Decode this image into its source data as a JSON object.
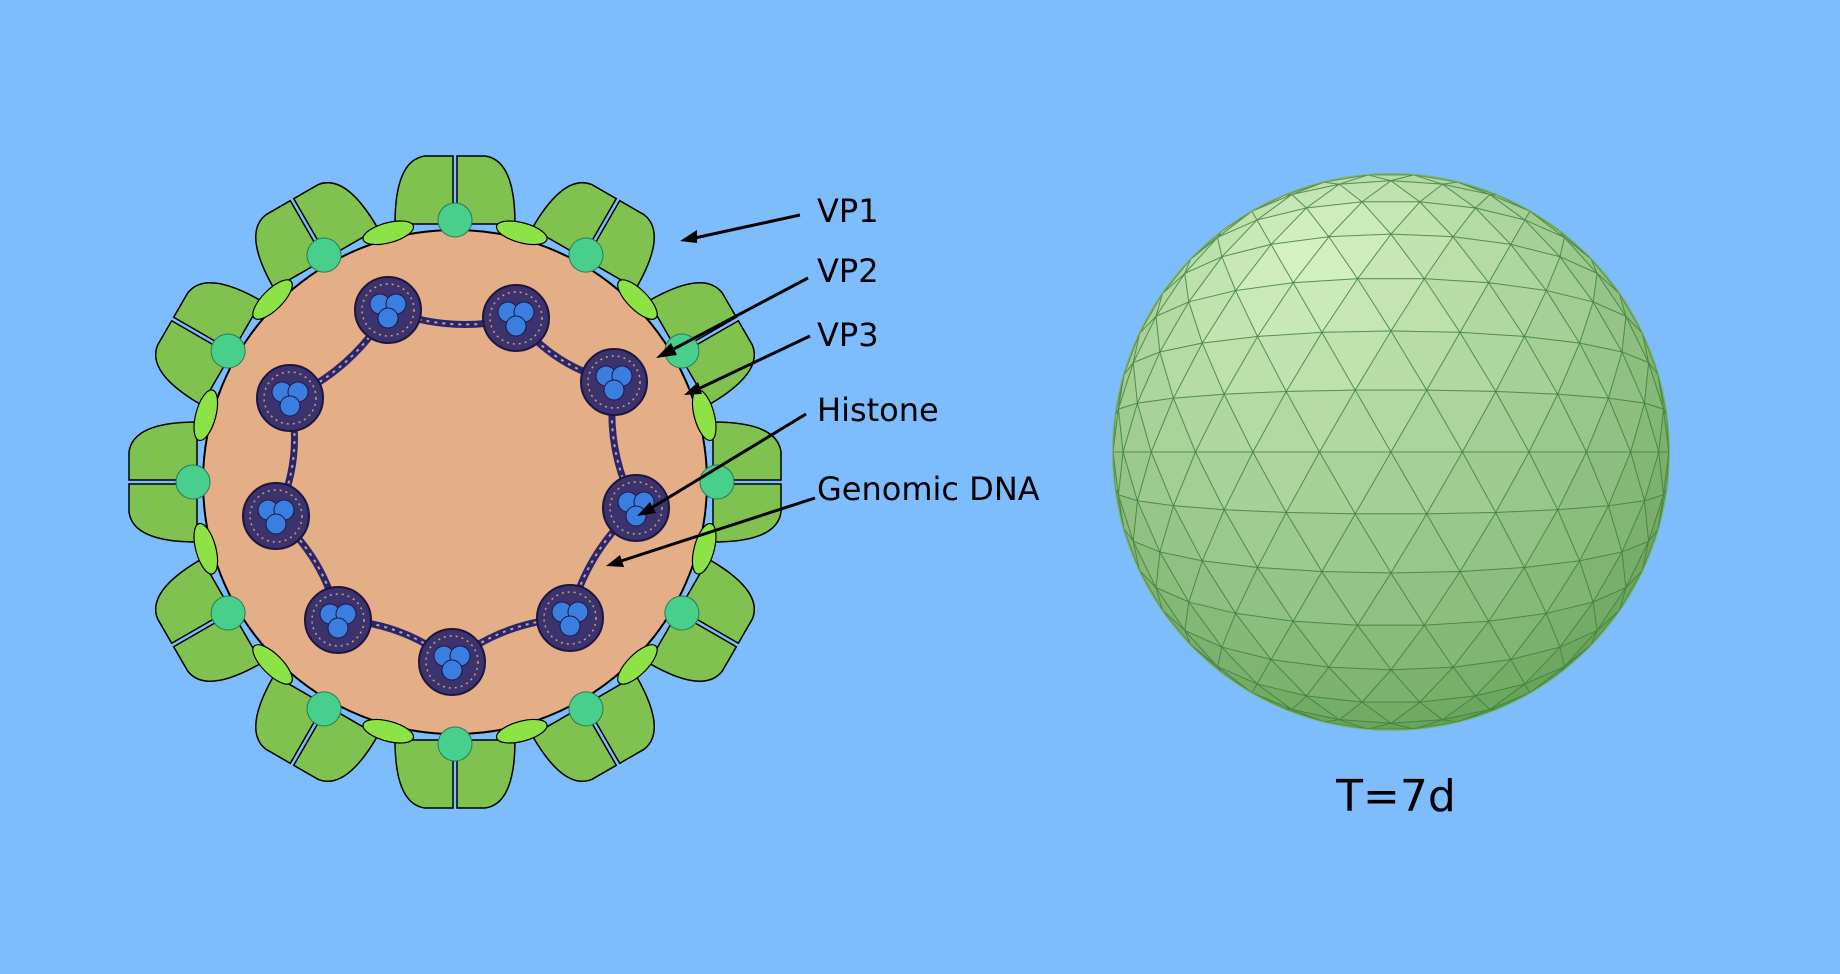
{
  "labels": {
    "vp1": "VP1",
    "vp2": "VP2",
    "vp3": "VP3",
    "histone": "Histone",
    "genomic_dna": "Genomic DNA"
  },
  "caption": "T=7d",
  "colors": {
    "background": "#7dbcfd",
    "vp1": "#7fc24f",
    "vp2": "#8de345",
    "vp3": "#48cf8b",
    "interior": "#e4ae86",
    "dna": "#2a2570",
    "histone": "#3a7fe0",
    "capsid_light": "#cfeebd",
    "capsid_dark": "#5a9a4d"
  }
}
